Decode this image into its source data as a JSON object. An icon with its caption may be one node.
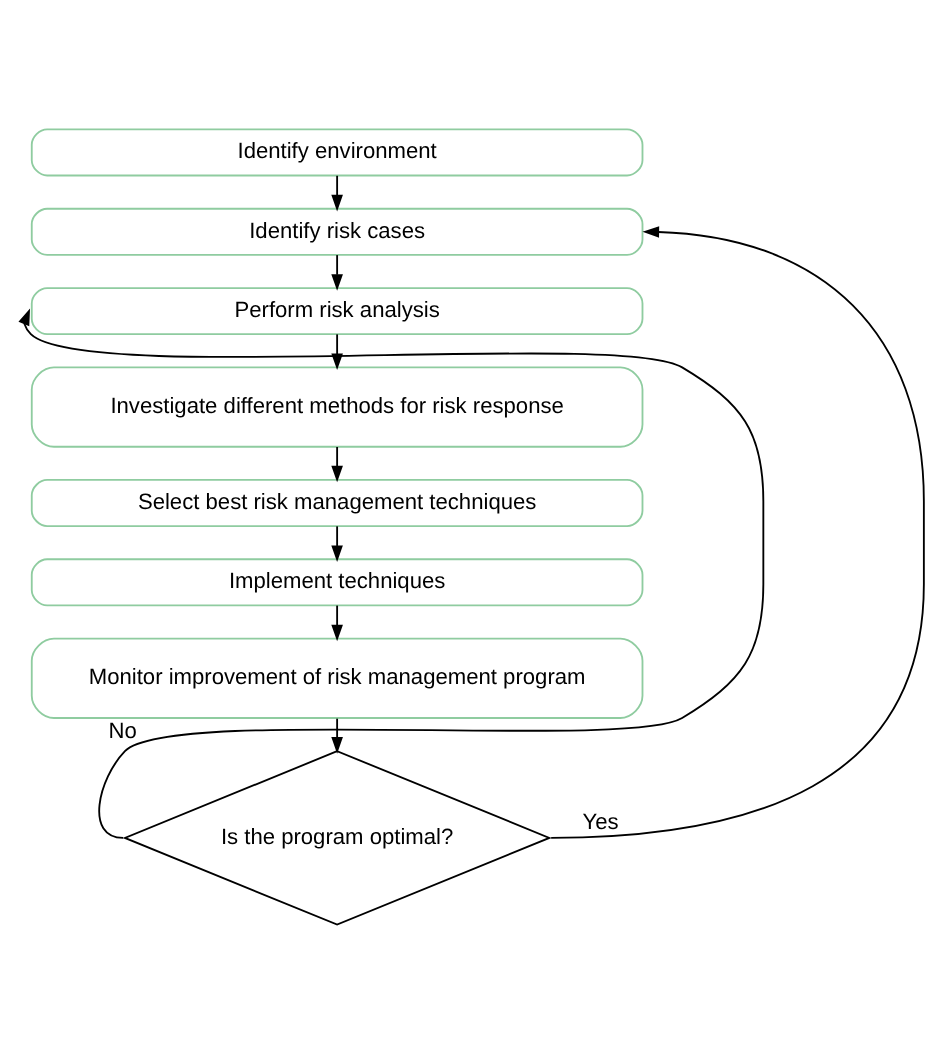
{
  "diagram": {
    "nodes": [
      {
        "text": [
          "Identify environment"
        ]
      },
      {
        "text": [
          "Identify risk cases"
        ]
      },
      {
        "text": [
          "Perform risk analysis"
        ]
      },
      {
        "text": [
          "Investigate different methods for risk response"
        ]
      },
      {
        "text": [
          "Select best risk management techniques"
        ]
      },
      {
        "text": [
          "Implement techniques"
        ]
      },
      {
        "text": [
          "Monitor improvement of risk management program"
        ]
      },
      {
        "text": [
          "Is the program optimal?"
        ]
      }
    ],
    "edges": [
      {
        "from": 0,
        "to": 1,
        "arrow": "to"
      },
      {
        "from": 1,
        "to": 2,
        "arrow": "to"
      },
      {
        "from": 2,
        "to": 3,
        "arrow": "to"
      },
      {
        "from": 3,
        "to": 4,
        "arrow": "to"
      },
      {
        "from": 4,
        "to": 5,
        "arrow": "to"
      },
      {
        "from": 5,
        "to": 6,
        "arrow": "to"
      },
      {
        "from": 6,
        "to": 7,
        "arrow": "to"
      },
      {
        "from": 7,
        "to": 2,
        "arrow": "to",
        "label": "No"
      },
      {
        "from": 7,
        "to": 1,
        "arrow": "to",
        "label": "Yes"
      }
    ]
  }
}
